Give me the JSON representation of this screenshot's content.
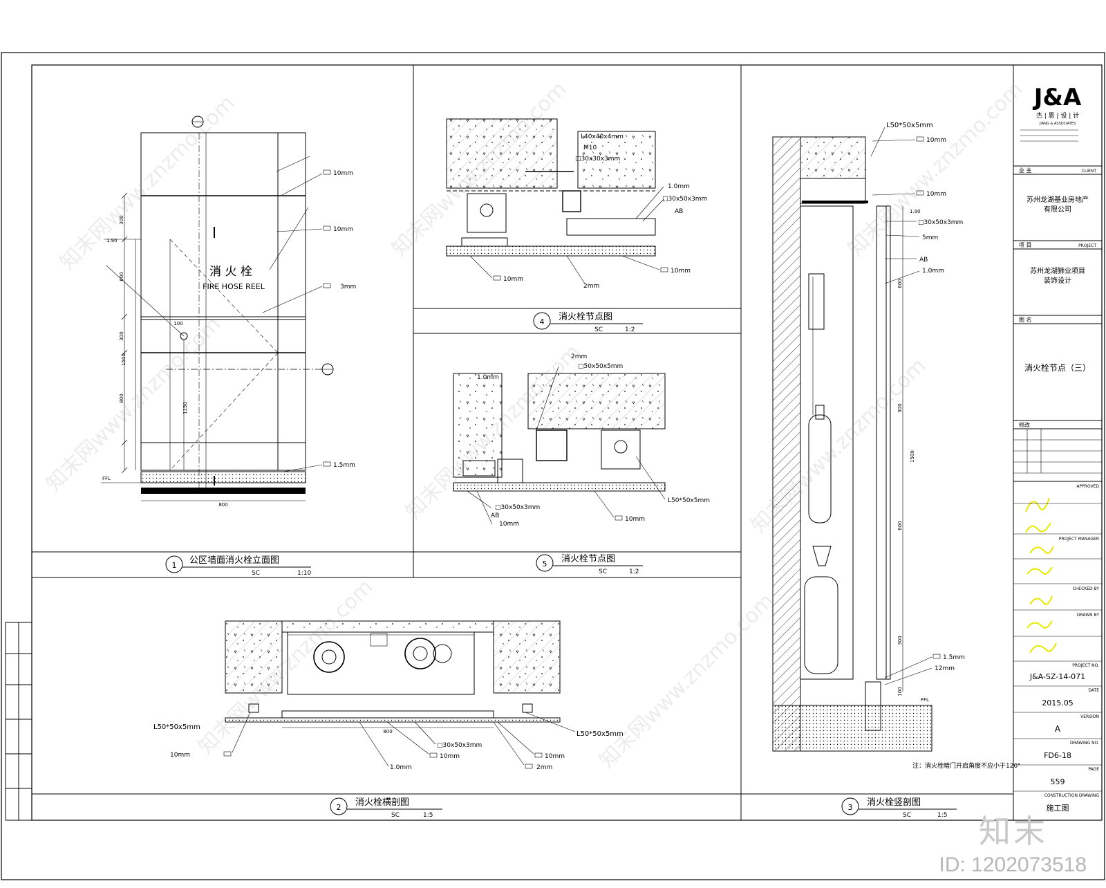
{
  "titleblock": {
    "logo": "J&A",
    "logo_cn": "杰 | 恩 | 设 | 计",
    "logo_en": "JIANG & ASSOCIATES",
    "client_label_cn": "业 主",
    "client_label_en": "CLIENT",
    "client_name_line1": "苏州龙湖基业房地产",
    "client_name_line2": "有限公司",
    "project_label_cn": "项 目",
    "project_label_en": "PROJECT",
    "project_name_line1": "苏州龙湖狮业项目",
    "project_name_line2": "装饰设计",
    "drawing_label_cn": "图 名",
    "drawing_title": "消火栓节点（三）",
    "revision_label": "修改",
    "approved_label": "APPROVED",
    "project_manager_label": "PROJECT MANAGER",
    "checked_label": "CHECKED BY",
    "drawn_label": "DRAWN BY",
    "project_no_label": "PROJECT NO.",
    "project_no": "J&A-SZ-14-071",
    "date_label": "DATE",
    "date": "2015.05",
    "version_label": "VERSION",
    "version": "A",
    "drawing_no_label": "DRAWING NO.",
    "drawing_no": "FD6-18",
    "page_label": "PAGE",
    "page": "559",
    "phase_label": "CONSTRUCTION DRAWING",
    "phase": "施工图"
  },
  "views": {
    "v1": {
      "num": "1",
      "title": "公区墙面消火栓立面图",
      "scale_prefix": "SC",
      "scale": "1:10"
    },
    "v2": {
      "num": "2",
      "title": "消火栓横剖图",
      "scale_prefix": "SC",
      "scale": "1:5"
    },
    "v3": {
      "num": "3",
      "title": "消火栓竖剖图",
      "scale_prefix": "SC",
      "scale": "1:5"
    },
    "v4": {
      "num": "4",
      "title": "消火栓节点图",
      "scale_prefix": "SC",
      "scale": "1:2"
    },
    "v5": {
      "num": "5",
      "title": "消火栓节点图",
      "scale_prefix": "SC",
      "scale": "1:2"
    }
  },
  "v1_labels": {
    "hydrant_cn": "消 火 栓",
    "hydrant_en": "FIRE HOSE REEL",
    "tag_10mm_a": "10mm",
    "tag_10mm_b": "10mm",
    "tag_3mm": "3mm",
    "tag_15mm": "1.5mm",
    "dim_300a": "300",
    "dim_600": "600",
    "dim_300b": "300",
    "dim_1500": "1500",
    "dim_800": "800",
    "dim_1150": "1150",
    "dim_100": "100",
    "dim_800w": "800",
    "lvl_190": "1.90",
    "lvl_ffl": "FFL"
  },
  "v2_labels": {
    "l50_left": "L50*50x5mm",
    "l50_right": "L50*50x5mm",
    "tube_30": "□30x50x3mm",
    "tag_10_a": "10mm",
    "tag_10_b": "10mm",
    "tag_10_c": "10mm",
    "tag_1mm": "1.0mm",
    "tag_2mm": "2mm",
    "dim_800": "800"
  },
  "v3_labels": {
    "l50": "L50*50x5mm",
    "tag_10_a": "10mm",
    "tag_10_b": "10mm",
    "tube_30": "□30x50x3mm",
    "tag_5mm": "5mm",
    "ab": "AB",
    "tag_1mm": "1.0mm",
    "tag_15mm": "1.5mm",
    "tag_12mm": "12mm",
    "dim_600": "600",
    "dim_300a": "300",
    "dim_1500": "1500",
    "dim_600b": "600",
    "dim_300b": "300",
    "dim_100": "100",
    "lvl_190": "1.90",
    "ffl": "FFL",
    "note": "注：消火栓暗门开启角度不应小于120°"
  },
  "v4_labels": {
    "l40": "L40x40x4mm",
    "m10": "M10",
    "tube_30": "□30x30x3mm",
    "tag_1mm": "1.0mm",
    "tube_30b": "□30x50x3mm",
    "ab": "AB",
    "tag_10_a": "10mm",
    "tag_10_b": "10mm",
    "tag_2mm": "2mm"
  },
  "v5_labels": {
    "tag_1mm": "1.0mm",
    "tag_2mm": "2mm",
    "tube_50": "□50x50x5mm",
    "tube_30": "□30x50x3mm",
    "ab": "AB",
    "tag_10_a": "10mm",
    "tag_10_b": "10mm",
    "l50": "L50*50x5mm"
  },
  "watermarks": {
    "site": "知末网www.znzmo.com",
    "logo": "知末",
    "id": "ID: 1202073518"
  }
}
